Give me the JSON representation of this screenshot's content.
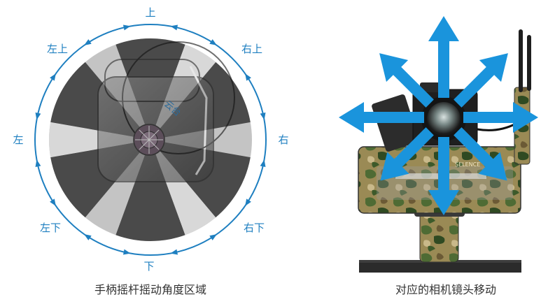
{
  "joystick": {
    "labels": {
      "up": "上",
      "up_right": "右上",
      "right": "右",
      "down_right": "右下",
      "down": "下",
      "down_left": "左下",
      "left": "左",
      "up_left": "左上"
    },
    "caption": "手柄摇杆摇动角度区域",
    "handle_text": "云台"
  },
  "camera": {
    "caption": "对应的相机镜头移动",
    "directions": [
      "up",
      "up-right",
      "right",
      "down-right",
      "down",
      "down-left",
      "left",
      "up-left"
    ],
    "brand_text": "SELENCE"
  },
  "colors": {
    "ring": "#1e7fc0",
    "arrow": "#1a94dc",
    "sector_dark": "#4a4a4a",
    "sector_light": "#bdbdbd"
  }
}
